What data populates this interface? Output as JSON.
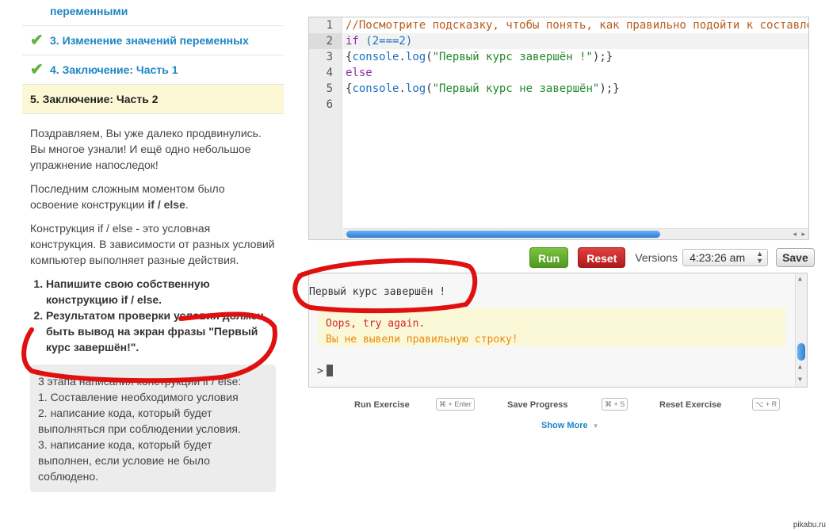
{
  "lessons": [
    {
      "label": "переменными",
      "done": false
    },
    {
      "label": "3. Изменение значений переменных",
      "done": true
    },
    {
      "label": "4. Заключение: Часть 1",
      "done": true
    },
    {
      "label": "5. Заключение: Часть 2",
      "current": true
    }
  ],
  "content": {
    "intro": "Поздравляем, Вы уже далеко продвинулись. Вы многое узнали! И ещё одно небольшое упражнение напоследок!",
    "para2_text": "Последним сложным моментом было освоение конструкции ",
    "para2_bold": "if / else",
    "para2_end": ".",
    "para3": "Конструкция if / else - это условная конструкция. В зависимости от разных условий компьютер выполняет разные действия.",
    "steps": [
      "Напишите свою собственную конструкцию if / else.",
      "Результатом проверки условия должен быть вывод на экран фразы \"Первый курс завершён!\"."
    ]
  },
  "hint": {
    "lines": [
      "3 этапа написания конструкции if / else:",
      "1. Составление необходимого условия",
      "2. написание кода, который будет выполняться при соблюдении условия.",
      "3. написание кода, который будет выполнен, если условие не было соблюдено."
    ]
  },
  "editor": {
    "line_numbers": [
      "1",
      "2",
      "3",
      "4",
      "5",
      "6"
    ],
    "active_line": 2,
    "code": {
      "l1": "//Посмотрите подсказку, чтобы понять, как правильно подойти к составлени",
      "l2_kw": "if",
      "l2_rest": " (2===2)",
      "l3_a": "{",
      "l3_fn": "console",
      "l3_b": ".",
      "l3_fn2": "log",
      "l3_c": "(",
      "l3_str": "\"Первый курс завершён !\"",
      "l3_d": ");}",
      "l4_kw": "else",
      "l5_a": "{",
      "l5_fn": "console",
      "l5_b": ".",
      "l5_fn2": "log",
      "l5_c": "(",
      "l5_str": "\"Первый курс не завершён\"",
      "l5_d": ");}"
    }
  },
  "toolbar": {
    "run": "Run",
    "reset": "Reset",
    "versions_label": "Versions",
    "version_value": "4:23:26 am",
    "save": "Save"
  },
  "console": {
    "output": "Первый курс завершён !",
    "error_title": "Oops, try again.",
    "error_message": "Вы не вывели правильную строку!",
    "prompt": ">"
  },
  "shortcuts": [
    {
      "label": "Run Exercise",
      "keys": "⌘ + Enter"
    },
    {
      "label": "Save Progress",
      "keys": "⌘ + S"
    },
    {
      "label": "Reset Exercise",
      "keys": "⌥ + R"
    }
  ],
  "show_more": "Show More",
  "watermark": "pikabu.ru",
  "colors": {
    "accent": "#1c86c5",
    "check": "#5fb33b",
    "run": "#5aa626",
    "reset": "#c01e1e",
    "annotation": "#e01010"
  }
}
